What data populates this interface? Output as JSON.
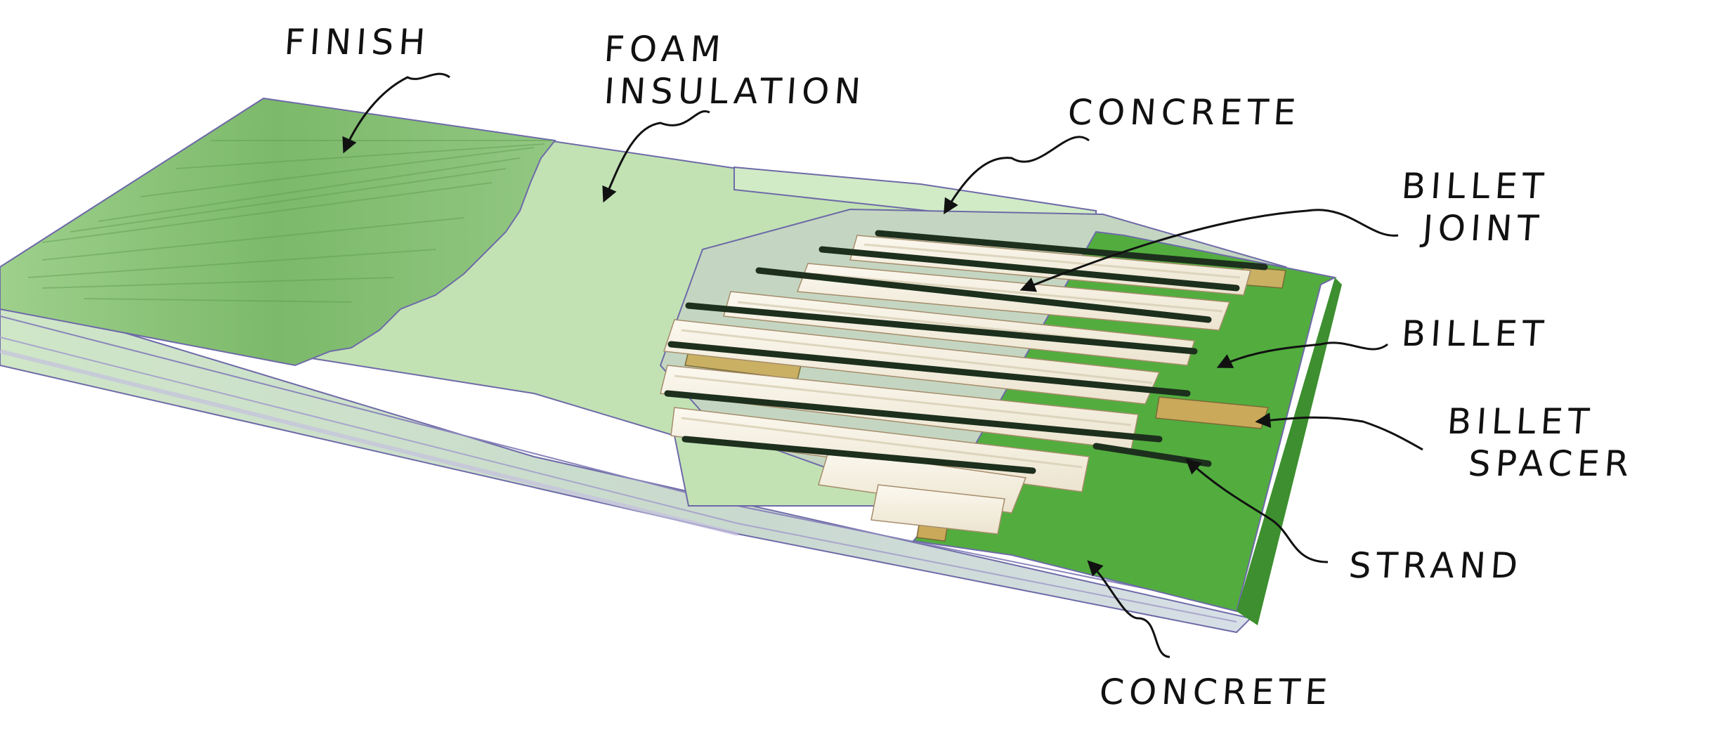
{
  "diagram": {
    "labels": {
      "finish": "FINISH",
      "foam_line1": "FOAM",
      "foam_line2": "INSULATION",
      "concrete_top": "CONCRETE",
      "billet_joint_line1": "BILLET",
      "billet_joint_line2": "JOINT",
      "billet": "BILLET",
      "billet_spacer_line1": "BILLET",
      "billet_spacer_line2": "SPACER",
      "strand": "STRAND",
      "concrete_bottom": "CONCRETE"
    },
    "colors": {
      "finish_green": "#8fc67e",
      "foam_green": "#bfe0b2",
      "concrete_green": "#4fae3c",
      "billet_cream": "#f6f1e4",
      "spacer_tan": "#c9b063",
      "strand_dark": "#1d2f1d"
    }
  }
}
